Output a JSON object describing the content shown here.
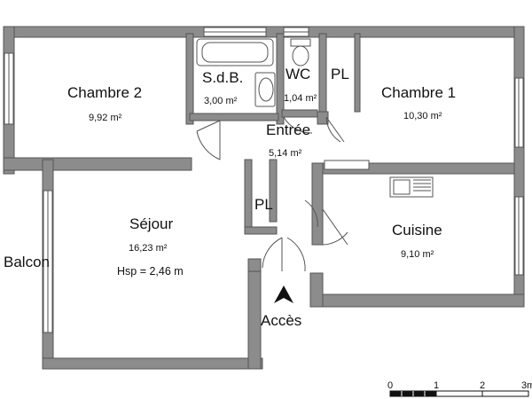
{
  "rooms": {
    "chambre2": {
      "name": "Chambre 2",
      "area": "9,92 m²"
    },
    "sdb": {
      "name": "S.d.B.",
      "area": "3,00 m²"
    },
    "wc": {
      "name": "WC",
      "area": "1,04 m²"
    },
    "pl_top": {
      "name": "PL"
    },
    "chambre1": {
      "name": "Chambre 1",
      "area": "10,30 m²"
    },
    "entree": {
      "name": "Entrée",
      "area": "5,14 m²"
    },
    "sejour": {
      "name": "Séjour",
      "area": "16,23 m²",
      "hsp": "Hsp = 2,46 m"
    },
    "pl_mid": {
      "name": "PL"
    },
    "cuisine": {
      "name": "Cuisine",
      "area": "9,10 m²"
    },
    "balcon": {
      "name": "Balcon"
    }
  },
  "acces": {
    "label": "Accès"
  },
  "scale": {
    "ticks": [
      "0",
      "1",
      "2",
      "3m"
    ]
  },
  "colors": {
    "wall": "#8c8c8c",
    "line": "#555555"
  }
}
